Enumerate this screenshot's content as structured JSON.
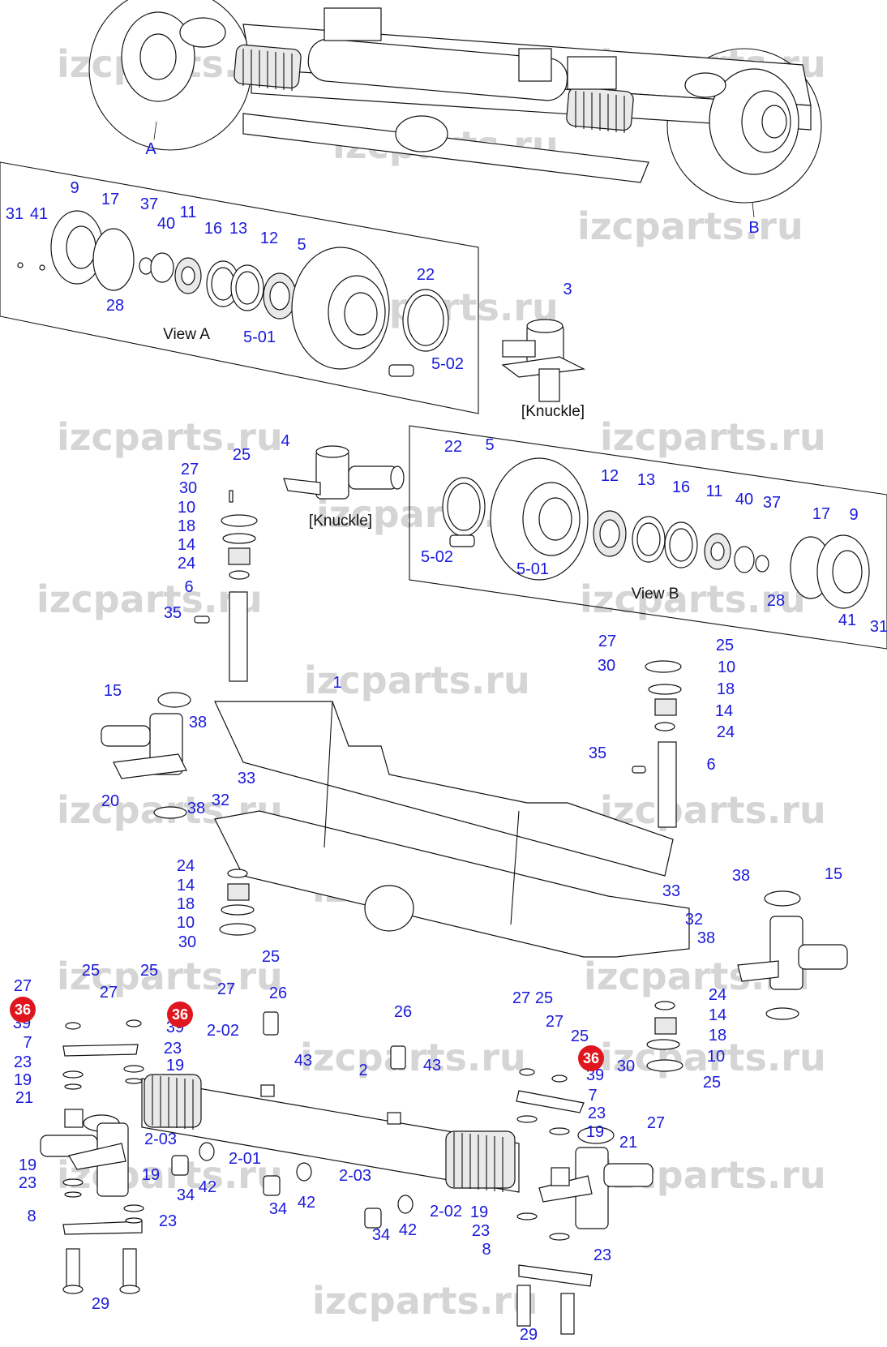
{
  "watermark": "izcparts.ru",
  "callout_letters": [
    "A",
    "B"
  ],
  "view_titles": {
    "view_a": "View A",
    "view_b": "View B"
  },
  "captions": {
    "knuckle_top": "[Knuckle]",
    "knuckle_mid": "[Knuckle]"
  },
  "part_labels": [
    "1",
    "2",
    "2-01",
    "2-02",
    "2-03",
    "3",
    "4",
    "5",
    "5-01",
    "5-02",
    "6",
    "7",
    "8",
    "9",
    "10",
    "11",
    "12",
    "13",
    "14",
    "15",
    "16",
    "17",
    "18",
    "19",
    "20",
    "21",
    "22",
    "23",
    "24",
    "25",
    "26",
    "27",
    "28",
    "29",
    "30",
    "31",
    "32",
    "33",
    "34",
    "35",
    "36",
    "37",
    "38",
    "39",
    "40",
    "41",
    "42",
    "43"
  ],
  "highlighted_part": "36",
  "colors": {
    "label": "#1a1adb",
    "highlight": "#e0161f",
    "watermark": "#c8c8c8",
    "line": "#111111"
  }
}
